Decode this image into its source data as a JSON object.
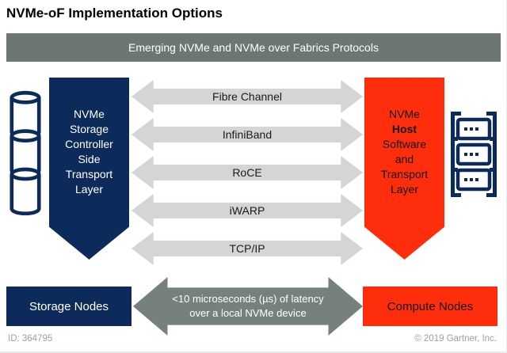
{
  "title": "NVMe-oF Implementation Options",
  "banner": {
    "label": "Emerging NVMe and NVMe over Fabrics Protocols"
  },
  "left_pentagon": {
    "label": "NVMe\nStorage\nController\nSide\nTransport\nLayer"
  },
  "right_pentagon": {
    "line1": "NVMe",
    "line2_bold": "Host",
    "rest": "Software\nand\nTransport\nLayer"
  },
  "protocol_arrows": [
    "Fibre Channel",
    "InfiniBand",
    "RoCE",
    "iWARP",
    "TCP/IP"
  ],
  "bottom": {
    "storage_nodes": "Storage Nodes",
    "latency_note": "<10 microseconds (µs) of latency\nover a local NVMe device",
    "compute_nodes": "Compute Nodes"
  },
  "footer": {
    "id": "ID: 364795",
    "copyright": "© 2019 Gartner, Inc."
  },
  "icons": {
    "left": "storage-cylinders-icon",
    "right": "server-rack-icon"
  },
  "colors": {
    "navy": "#0C2A5A",
    "red": "#FE2E0D",
    "banner_gray": "#6C7774",
    "protocol_arrow_gray": "#D4D5D7",
    "latency_arrow_gray": "#76817E"
  }
}
